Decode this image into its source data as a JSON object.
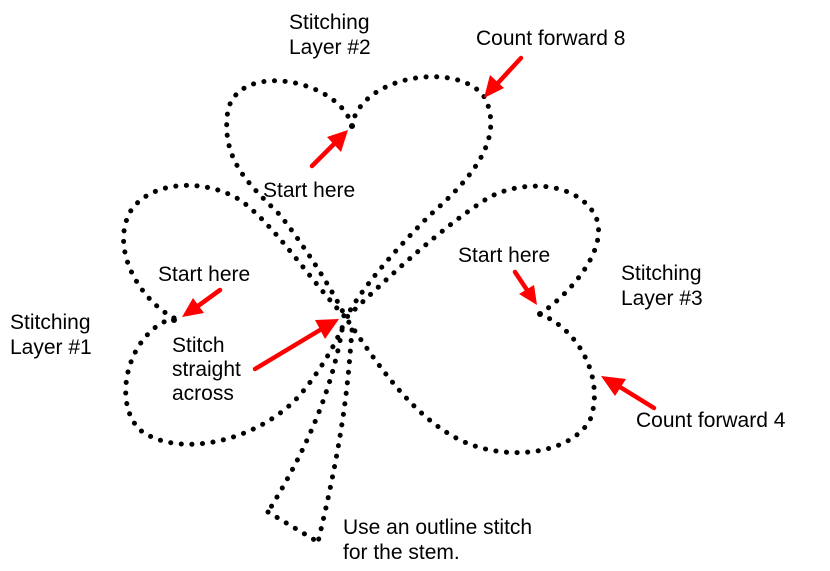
{
  "labels": {
    "layer2": [
      "Stitching",
      "Layer #2"
    ],
    "count8": "Count forward 8",
    "start_top": "Start here",
    "start_left": "Start here",
    "start_right": "Start here",
    "layer1": [
      "Stitching",
      "Layer #1"
    ],
    "layer3": [
      "Stitching",
      "Layer #3"
    ],
    "stitch_across": [
      "Stitch",
      "straight",
      "across"
    ],
    "count4": "Count forward 4",
    "stem_note": [
      "Use an outline stitch",
      "for the stem."
    ]
  },
  "colors": {
    "outline": "#000000",
    "arrow": "#ff0000",
    "background": "#ffffff"
  }
}
